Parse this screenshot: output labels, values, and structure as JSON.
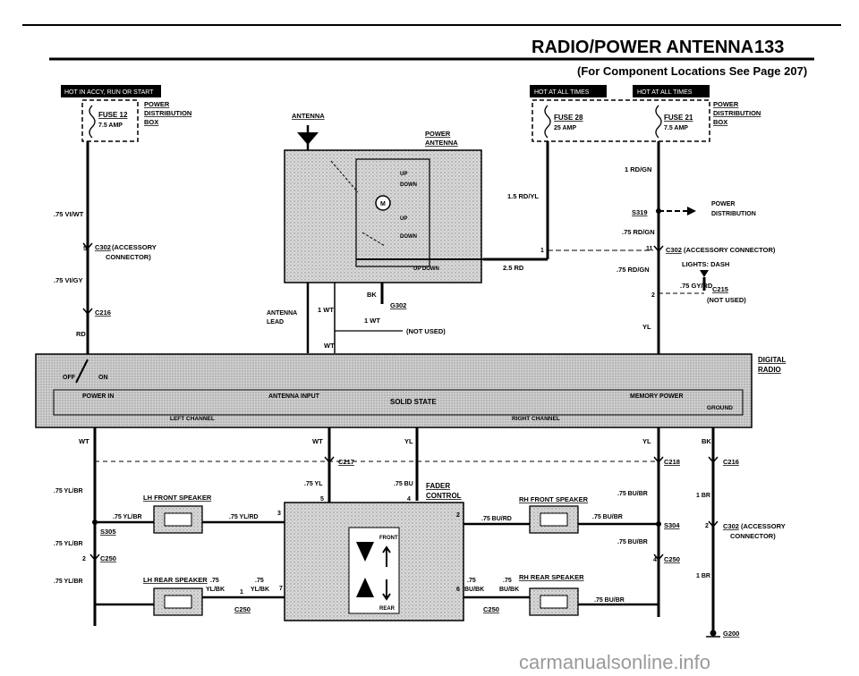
{
  "header": {
    "title": "RADIO/POWER ANTENNA",
    "page_number": "133",
    "subtitle": "(For Component Locations See Page 207)"
  },
  "hot_labels": {
    "left": "HOT IN ACCY, RUN OR START",
    "mid": "HOT AT ALL TIMES",
    "right": "HOT AT ALL TIMES"
  },
  "fuses": {
    "f12": "FUSE 12",
    "f12_amp": "7.5 AMP",
    "f28": "FUSE 28",
    "f28_amp": "25 AMP",
    "f21": "FUSE 21",
    "f21_amp": "7.5 AMP"
  },
  "power_box": {
    "l1": "POWER",
    "l2": "DISTRIBUTION",
    "l3": "BOX"
  },
  "antenna": {
    "title": "ANTENNA",
    "power_antenna_1": "POWER",
    "power_antenna_2": "ANTENNA",
    "up": "UP",
    "down": "DOWN",
    "up_down": "UP  DOWN",
    "lead_1": "ANTENNA",
    "lead_2": "LEAD",
    "bk": "BK",
    "g302": "G302",
    "wt1": "1 WT",
    "wt2": "1 WT",
    "wt3": "WT",
    "not_used": "(NOT USED)"
  },
  "wires": {
    "vi_wt": ".75 VI/WT",
    "vi_gy": ".75 VI/GY",
    "rd": "RD",
    "rd_gn_1": "1 RD/GN",
    "rd_yl": "1.5 RD/YL",
    "rd_2_5": "2.5 RD",
    "rd_gn_075": ".75 RD/GN",
    "rd_gn_075b": ".75 RD/GN",
    "yl": "YL",
    "gy_rd": ".75 GY/RD",
    "wt_l": "WT",
    "wt_m": "WT",
    "yl_m": "YL",
    "yl_r": "YL",
    "bk_r": "BK",
    "yl_br_1": ".75 YL/BR",
    "yl_br_2": ".75 YL/BR",
    "yl_br_3": ".75 YL/BR",
    "yl_br_4": ".75 YL/BR",
    "yl_rd": ".75 YL/RD",
    "yl_m75": ".75 YL",
    "bu": ".75 BU",
    "bu_br_1": ".75 BU/BR",
    "bu_br_2": ".75 BU/BR",
    "bu_br_3": ".75 BU/BR",
    "bu_br_4": ".75 BU/BR",
    "bu_rd": ".75 BU/RD",
    "br_1": "1 BR",
    "br_2": "1 BR",
    "yl_bk_a": ".75",
    "yl_bk_a2": "YL/BK",
    "yl_bk_b": ".75",
    "yl_bk_b2": "YL/BK",
    "bu_bk_a": ".75",
    "bu_bk_a2": "BU/BK",
    "bu_bk_b": ".75",
    "bu_bk_b2": "BU/BK"
  },
  "connectors": {
    "c302_l": "C302",
    "c302_l_desc1": "(ACCESSORY",
    "c302_l_desc2": "CONNECTOR)",
    "c216": "C216",
    "c217": "C217",
    "c218": "C218",
    "c216b": "C216",
    "c302_r": "C302",
    "c302_r_desc": "(ACCESSORY CONNECTOR)",
    "c215": "C215",
    "c215_desc": "(NOT USED)",
    "c302_br": "C302",
    "c302_br_desc1": "(ACCESSORY",
    "c302_br_desc2": "CONNECTOR)",
    "c250_a": "C250",
    "c250_b": "C250",
    "c250_c": "C250",
    "c250_d": "C250",
    "s305": "S305",
    "s304": "S304",
    "s319": "S319",
    "g200": "G200",
    "lights_dash": "LIGHTS: DASH",
    "power_dist_1": "POWER",
    "power_dist_2": "DISTRIBUTION",
    "pin5": "5",
    "pin5b": "5",
    "pin4": "4",
    "pin11": "11",
    "pin1": "1",
    "pin2": "2",
    "pin2b": "2",
    "pin2c": "2",
    "pin3": "3",
    "pin1b": "1",
    "pin7": "7",
    "pin6": "6",
    "pin4b": "4",
    "pin2d": "2"
  },
  "radio": {
    "name_1": "DIGITAL",
    "name_2": "RADIO",
    "off": "OFF",
    "on": "ON",
    "power_in": "POWER IN",
    "antenna_input": "ANTENNA INPUT",
    "solid_state": "SOLID STATE",
    "memory_power": "MEMORY POWER",
    "ground": "GROUND",
    "left_channel": "LEFT CHANNEL",
    "right_channel": "RIGHT CHANNEL"
  },
  "speakers": {
    "lh_front": "LH FRONT SPEAKER",
    "rh_front": "RH FRONT SPEAKER",
    "lh_rear": "LH REAR SPEAKER",
    "rh_rear": "RH REAR SPEAKER",
    "fader_1": "FADER",
    "fader_2": "CONTROL",
    "front": "FRONT",
    "rear": "REAR"
  },
  "watermark": "carmanualsonline.info"
}
